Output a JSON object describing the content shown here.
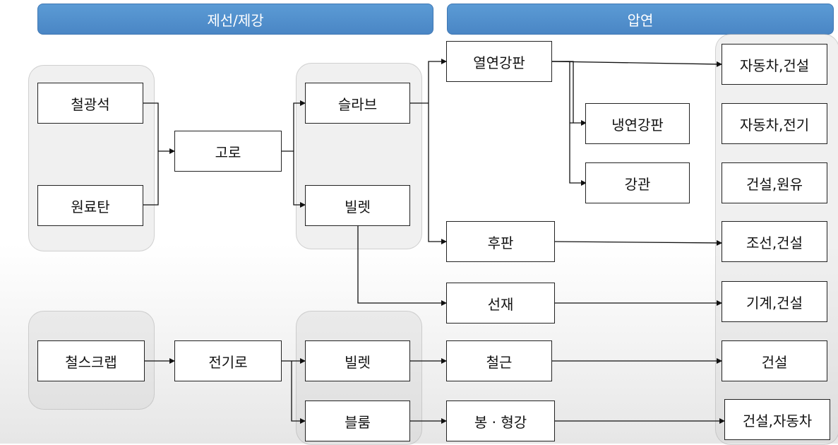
{
  "headers": {
    "left": "제선/제강",
    "right": "압연"
  },
  "nodes": {
    "iron_ore": "철광석",
    "coal": "원료탄",
    "blast_furnace": "고로",
    "slab": "슬라브",
    "billet_upper": "빌렛",
    "hot_rolled": "열연강판",
    "cold_rolled": "냉연강판",
    "steel_pipe": "강관",
    "thick_plate": "후판",
    "wire_rod": "선재",
    "scrap": "철스크랩",
    "electric_furnace": "전기로",
    "billet_lower": "빌렛",
    "bloom": "블룸",
    "rebar": "철근",
    "bar_section": "봉 · 형강"
  },
  "uses": {
    "hot_rolled_use": "자동차,건설",
    "cold_rolled_use": "자동차,전기",
    "pipe_use": "건설,원유",
    "plate_use": "조선,건설",
    "wire_rod_use": "기계,건설",
    "rebar_use": "건설",
    "bar_section_use": "건설,자동차"
  },
  "colors": {
    "header_blue": "#5b9bd5",
    "box_border": "#222222",
    "group_fill": "#e2e2e2"
  }
}
